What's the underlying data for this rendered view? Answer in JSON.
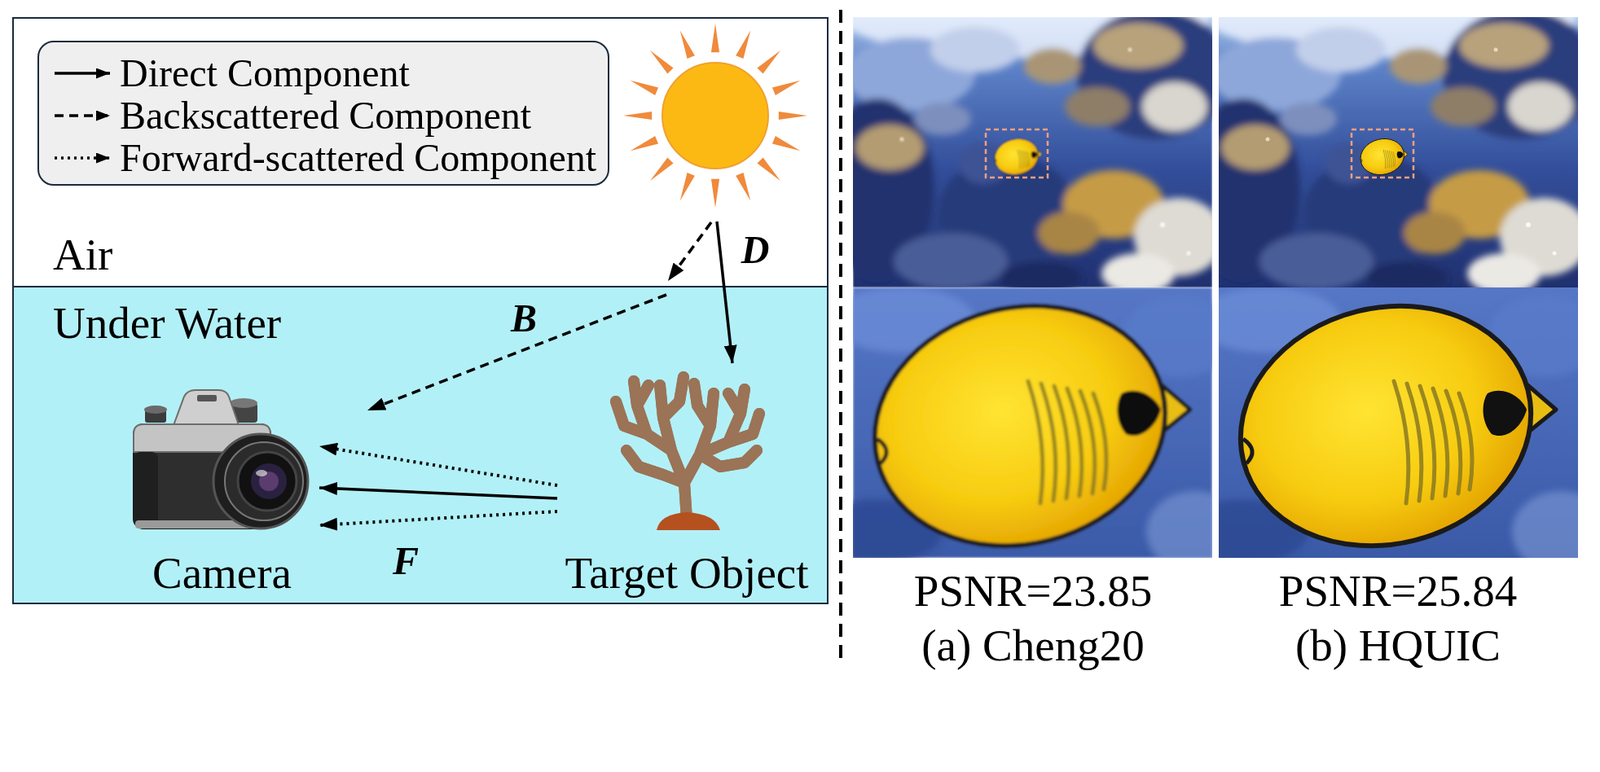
{
  "diagram": {
    "nodes": [
      {
        "text": [
          "Air"
        ]
      },
      {
        "text": [
          "Under Water"
        ]
      },
      {
        "text": [
          "Camera"
        ],
        "in": 1
      },
      {
        "text": [
          "Target Object"
        ],
        "in": 1
      }
    ],
    "edges": [
      {
        "from": 3,
        "to": 2,
        "arrow": "to"
      },
      {
        "from": 3,
        "to": 2,
        "arrow": "to"
      },
      {
        "from": 3,
        "to": 2,
        "arrow": "to",
        "label": "F"
      }
    ],
    "labels": [
      "D",
      "B",
      "PSNR=23.85",
      "(a) Cheng20",
      "PSNR=25.84",
      "(b) HQUIC"
    ],
    "legend": [
      {
        "text": "Direct Component"
      },
      {
        "text": "Backscattered Component"
      },
      {
        "text": "Forward-scattered Component"
      }
    ]
  }
}
